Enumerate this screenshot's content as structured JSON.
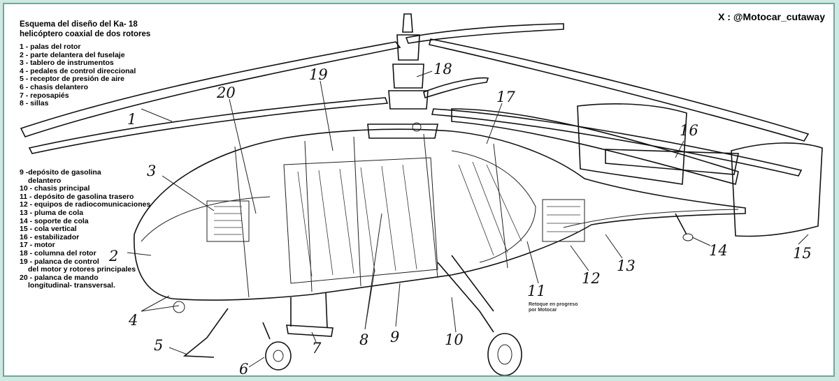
{
  "handle": "X : @Motocar_cutaway",
  "title_lines": [
    "Esquema del diseño del Ka- 18",
    "helicóptero coaxial de dos rotores"
  ],
  "legend_a": [
    "1 - palas del rotor",
    "2 - parte delantera del fuselaje",
    "3 - tablero de instrumentos",
    "4 - pedales de control direccional",
    "5 - receptor de presión de aire",
    "6 - chasis delantero",
    "7 - reposapiés",
    "8 - sillas"
  ],
  "legend_b": [
    {
      "text": "9 -depósito de gasolina",
      "cont": "delantero"
    },
    {
      "text": "10 - chasis principal"
    },
    {
      "text": "11 - depósito de gasolina trasero"
    },
    {
      "text": "12 - equipos de radiocomunicaciones"
    },
    {
      "text": "13 - pluma de cola"
    },
    {
      "text": "14 - soporte de cola"
    },
    {
      "text": "15 - cola vertical"
    },
    {
      "text": "16 - estabilizador"
    },
    {
      "text": "17 - motor"
    },
    {
      "text": "18 - columna del rotor"
    },
    {
      "text": "19 - palanca de control",
      "cont": "del motor y rotores principales"
    },
    {
      "text": "20 - palanca de mando",
      "cont": "longitudinal- transversal."
    }
  ],
  "retouch_note": [
    "Retoque en progreso",
    "por Motocar"
  ],
  "callouts": {
    "c1": "1",
    "c2": "2",
    "c3": "3",
    "c4": "4",
    "c5": "5",
    "c6": "6",
    "c7": "7",
    "c8": "8",
    "c9": "9",
    "c10": "10",
    "c11": "11",
    "c12": "12",
    "c13": "13",
    "c14": "14",
    "c15": "15",
    "c16": "16",
    "c17": "17",
    "c18": "18",
    "c19": "19",
    "c20": "20"
  },
  "colors": {
    "frame": "#6fa79a",
    "ink": "#111111",
    "paper": "#ffffff"
  }
}
